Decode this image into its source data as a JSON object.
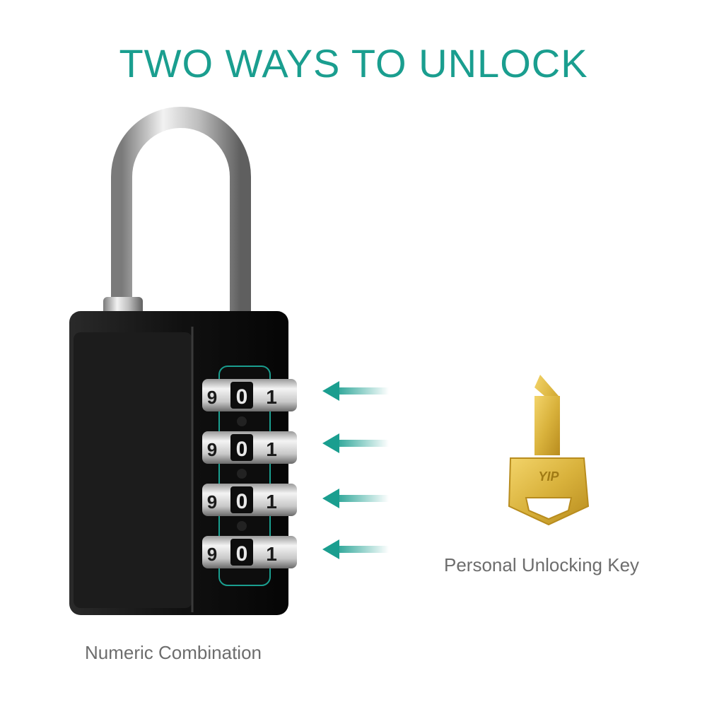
{
  "headline": "TWO WAYS TO UNLOCK",
  "captions": {
    "combination": "Numeric Combination",
    "key": "Personal Unlocking Key"
  },
  "dials": [
    "0",
    "0",
    "0",
    "0"
  ],
  "key_engraving": "YIP",
  "colors": {
    "accent": "#1a9e8f",
    "caption": "#6d6d6d",
    "lock_body": "#141414",
    "shackle": "#c9c9c9",
    "key": "#d9b23c"
  },
  "icons": {
    "arrow": "arrow-left-icon",
    "lock": "padlock-icon",
    "key": "key-icon"
  }
}
